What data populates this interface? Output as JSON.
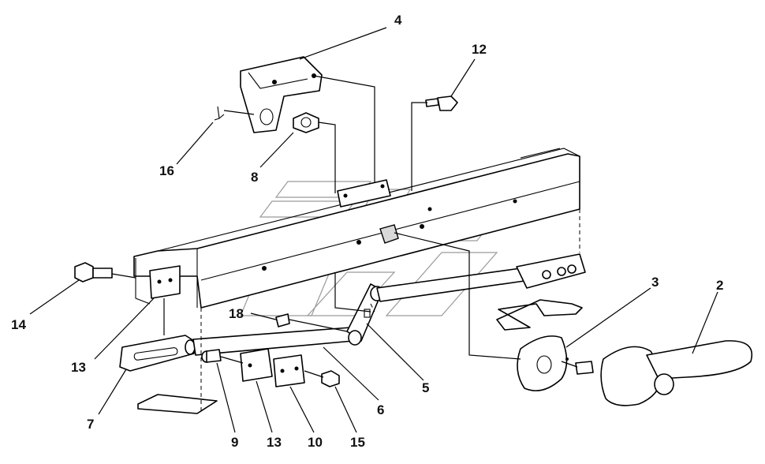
{
  "diagram": {
    "callouts": [
      {
        "id": "c4",
        "text": "4"
      },
      {
        "id": "c12",
        "text": "12"
      },
      {
        "id": "c16",
        "text": "16"
      },
      {
        "id": "c8",
        "text": "8"
      },
      {
        "id": "c14",
        "text": "14"
      },
      {
        "id": "c13a",
        "text": "13"
      },
      {
        "id": "c7",
        "text": "7"
      },
      {
        "id": "c18",
        "text": "18"
      },
      {
        "id": "c3",
        "text": "3"
      },
      {
        "id": "c2",
        "text": "2"
      },
      {
        "id": "c5",
        "text": "5"
      },
      {
        "id": "c6",
        "text": "6"
      },
      {
        "id": "c9",
        "text": "9"
      },
      {
        "id": "c13b",
        "text": "13"
      },
      {
        "id": "c10",
        "text": "10"
      },
      {
        "id": "c15",
        "text": "15"
      }
    ]
  }
}
